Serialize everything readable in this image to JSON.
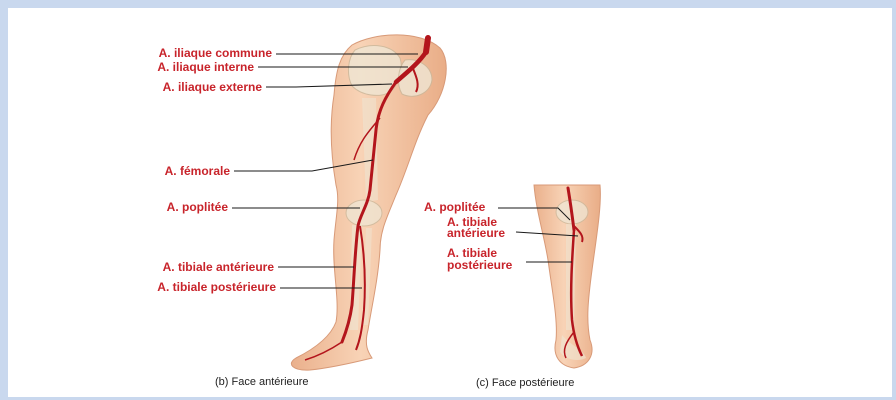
{
  "anterior": {
    "labels": [
      "A. iliaque commune",
      "A. iliaque interne",
      "A. iliaque externe",
      "A. fémorale",
      "A. poplitée",
      "A. tibiale antérieure",
      "A. tibiale postérieure"
    ],
    "caption": "(b) Face antérieure"
  },
  "posterior": {
    "labels": {
      "poplitee": "A. poplitée",
      "tibiale_ant_1": "A. tibiale",
      "tibiale_ant_2": "antérieure",
      "tibiale_post_1": "A. tibiale",
      "tibiale_post_2": "postérieure"
    },
    "caption": "(c) Face postérieure"
  },
  "colors": {
    "label_red": "#c8242b",
    "skin": "#f5c9a6",
    "bone": "#efe6d4",
    "artery": "#b3151c",
    "frame": "#c9d8ee"
  }
}
